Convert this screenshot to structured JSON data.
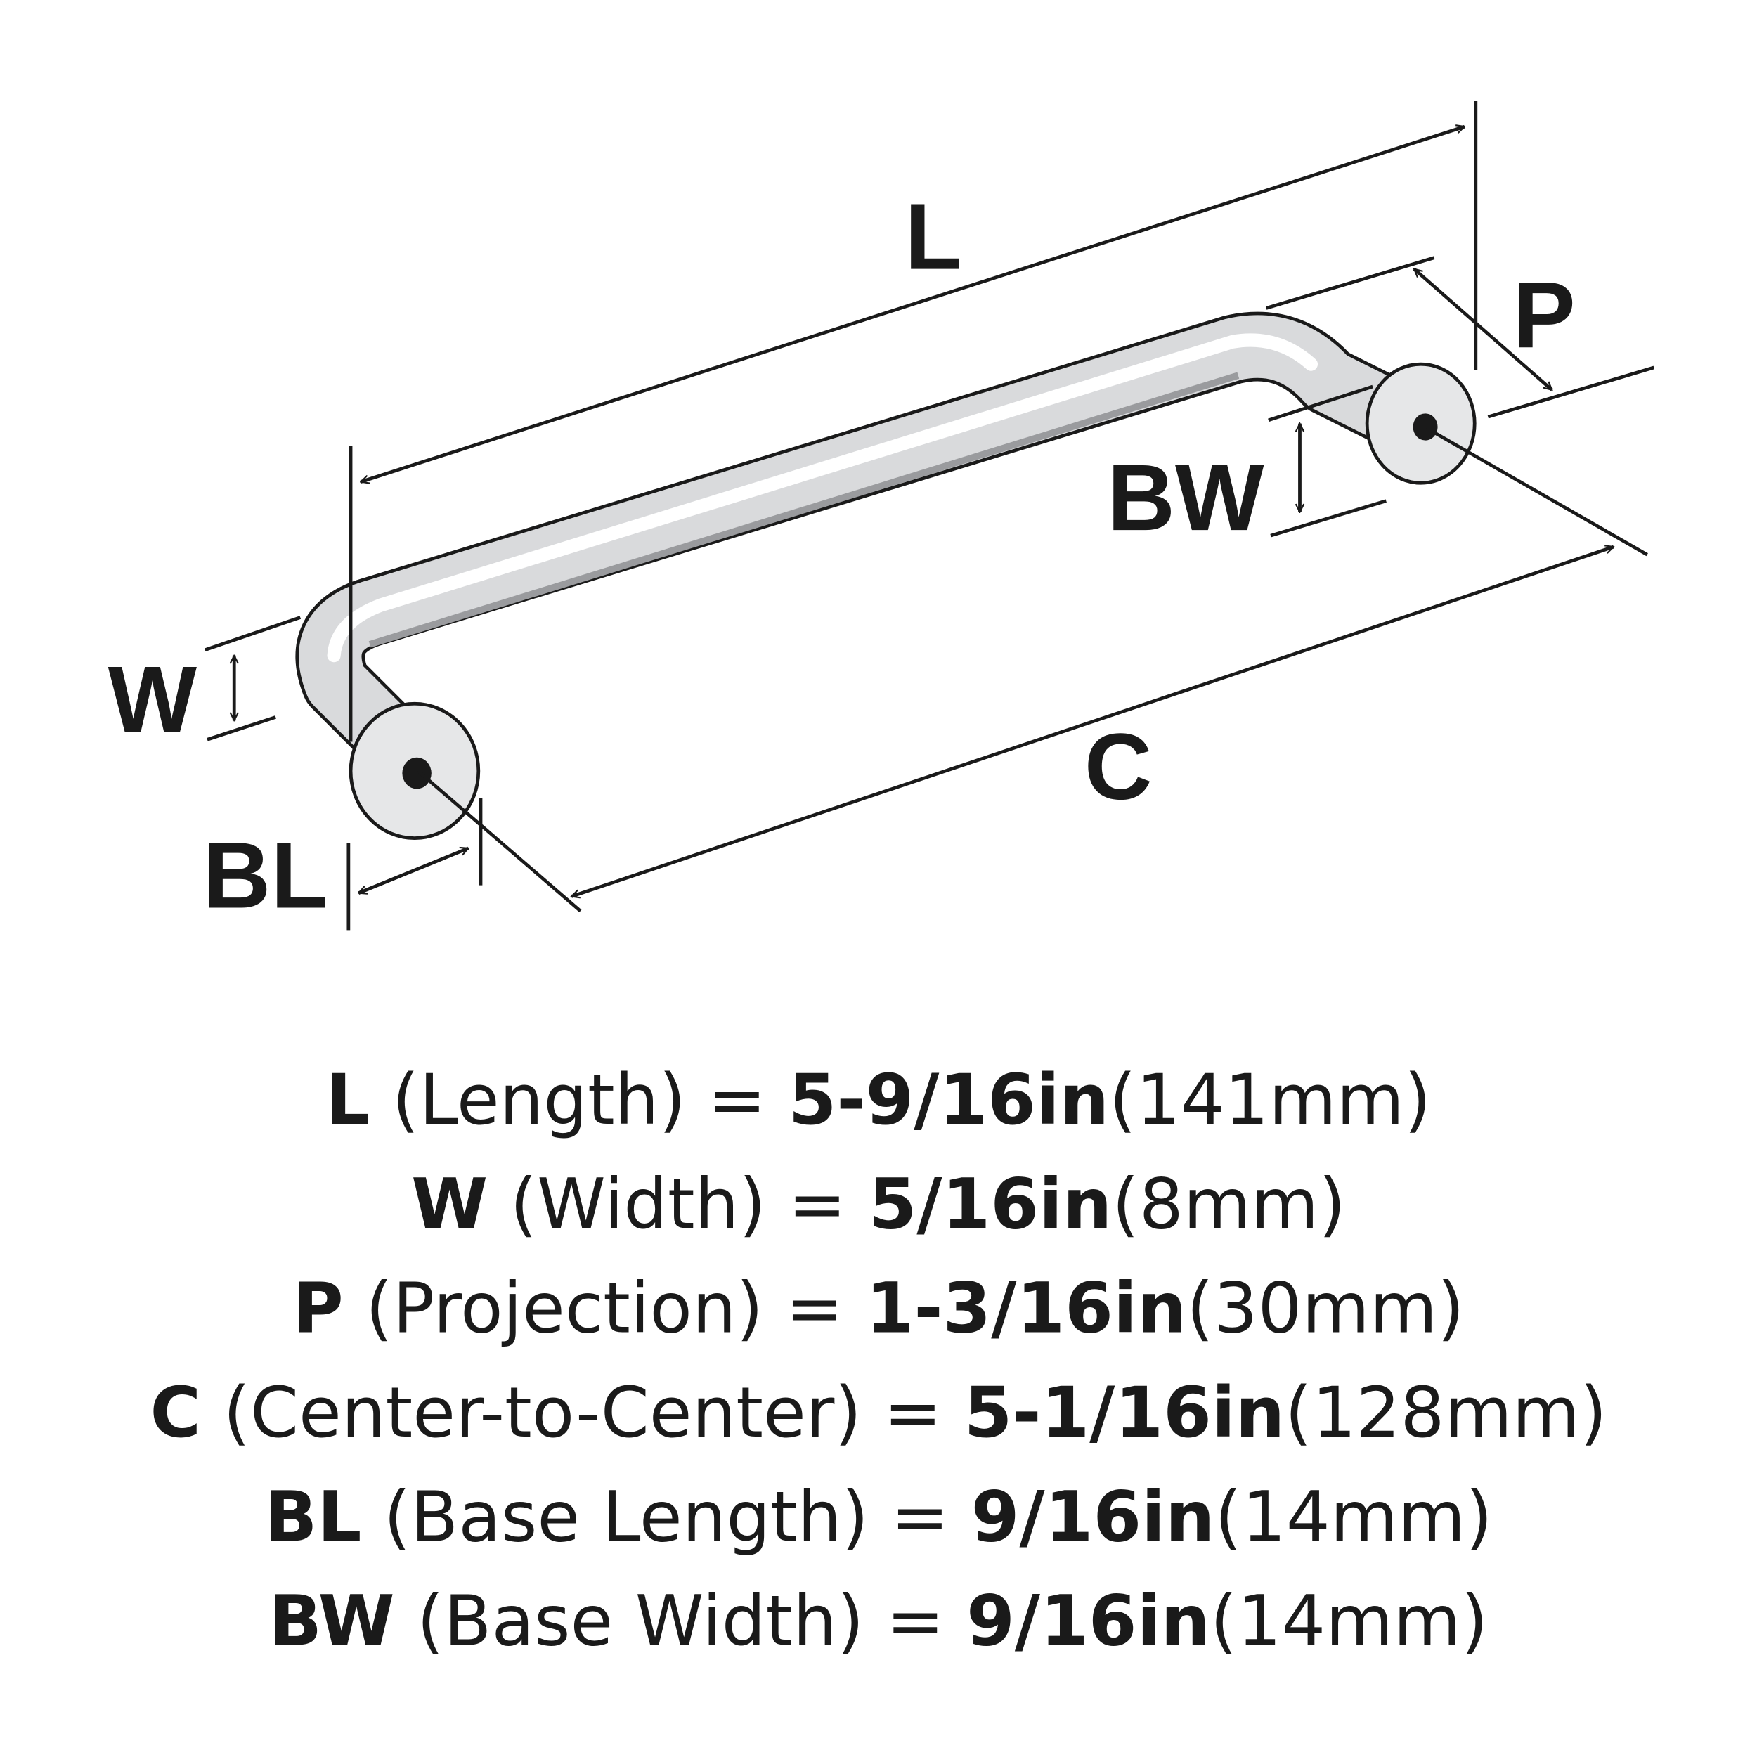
{
  "diagram": {
    "labels": {
      "L": "L",
      "P": "P",
      "BW": "BW",
      "W": "W",
      "BL": "BL",
      "C": "C"
    },
    "colors": {
      "ink": "#1a1a1a",
      "chrome": "#d9dadc",
      "highlight": "#ffffff"
    }
  },
  "specs": [
    {
      "letter": "L",
      "name": " (Length) = ",
      "value_in": "5-9/16in",
      "value_mm": "(141mm)"
    },
    {
      "letter": "W",
      "name": " (Width) = ",
      "value_in": "5/16in",
      "value_mm": "(8mm)"
    },
    {
      "letter": "P",
      "name": " (Projection) = ",
      "value_in": "1-3/16in",
      "value_mm": "(30mm)"
    },
    {
      "letter": "C",
      "name": " (Center-to-Center) = ",
      "value_in": "5-1/16in",
      "value_mm": "(128mm)"
    },
    {
      "letter": "BL",
      "name": " (Base Length) = ",
      "value_in": "9/16in",
      "value_mm": "(14mm)"
    },
    {
      "letter": "BW",
      "name": " (Base Width) = ",
      "value_in": "9/16in",
      "value_mm": "(14mm)"
    }
  ]
}
